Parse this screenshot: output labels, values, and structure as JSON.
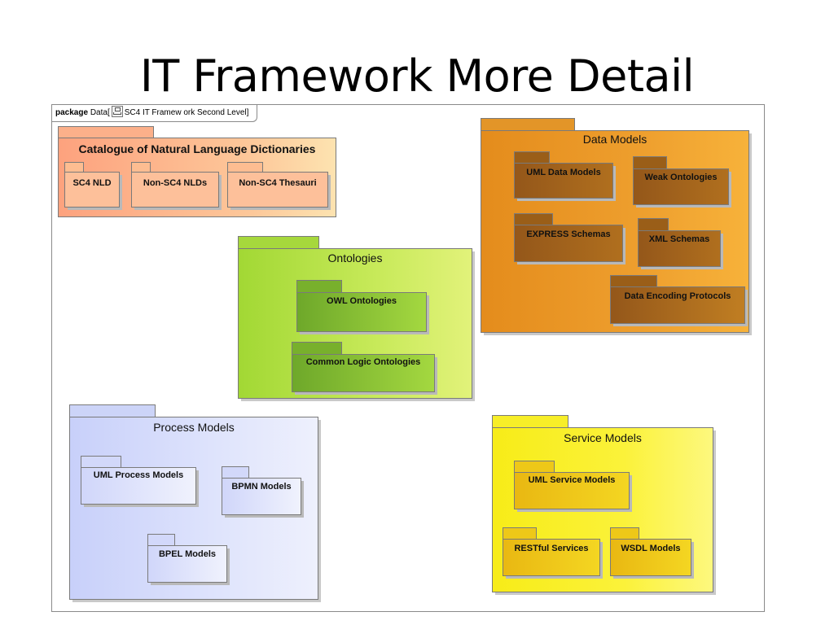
{
  "slide_title": "IT Framework More Detail",
  "frame": {
    "keyword": "package",
    "name": "Data",
    "diagram_name": "SC4 IT Framew ork Second Level"
  },
  "colors": {
    "catalogue": "#fdb58a",
    "data_models": "#e89a2a",
    "ontologies": "#b8e04a",
    "process_models": "#d6dcfb",
    "service_models": "#fbf02a"
  },
  "packages": {
    "catalogue": {
      "title": "Catalogue of Natural Language Dictionaries",
      "children": [
        "SC4 NLD",
        "Non-SC4 NLDs",
        "Non-SC4 Thesauri"
      ]
    },
    "data_models": {
      "title": "Data Models",
      "children": [
        "UML Data Models",
        "Weak Ontologies",
        "EXPRESS Schemas",
        "XML Schemas",
        "Data Encoding Protocols"
      ]
    },
    "ontologies": {
      "title": "Ontologies",
      "children": [
        "OWL Ontologies",
        "Common Logic Ontologies"
      ]
    },
    "process_models": {
      "title": "Process Models",
      "children": [
        "UML Process Models",
        "BPMN Models",
        "BPEL Models"
      ]
    },
    "service_models": {
      "title": "Service Models",
      "children": [
        "UML Service Models",
        "RESTful Services",
        "WSDL Models"
      ]
    }
  }
}
